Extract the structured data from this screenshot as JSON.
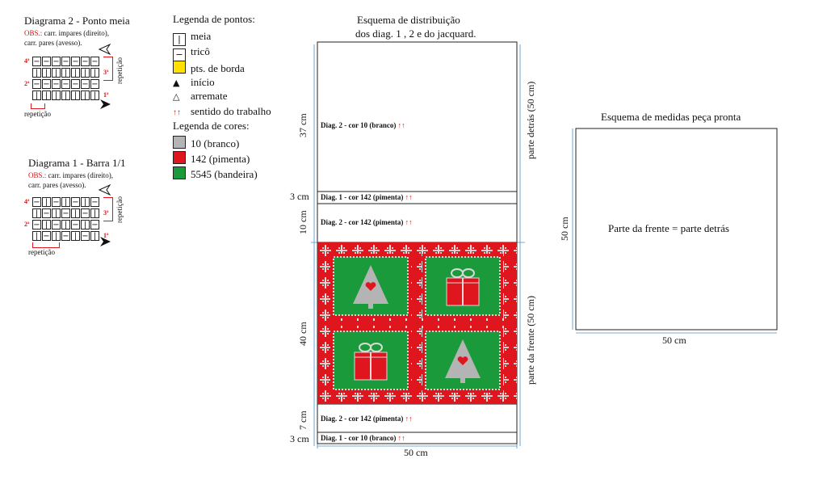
{
  "diag2": {
    "title": "Diagrama 2 - Ponto meia",
    "obs_label": "OBS.:",
    "obs_text1": " carr. impares (direito),",
    "obs_text2": "carr. pares (avesso).",
    "rows": [
      {
        "label": "4ª",
        "cells": [
          "−",
          "−",
          "−",
          "−",
          "−",
          "−",
          "−"
        ],
        "right": ""
      },
      {
        "label": "",
        "cells": [
          "|",
          "|",
          "|",
          "|",
          "|",
          "|",
          "|"
        ],
        "right": "3ª"
      },
      {
        "label": "2ª",
        "cells": [
          "−",
          "−",
          "−",
          "−",
          "−",
          "−",
          "−"
        ],
        "right": ""
      },
      {
        "label": "",
        "cells": [
          "|",
          "|",
          "|",
          "|",
          "|",
          "|",
          "|"
        ],
        "right": "1ª"
      }
    ],
    "repeat_label": "repetição",
    "repeat_vertical": "repetição"
  },
  "diag1": {
    "title": "Diagrama 1 - Barra 1/1",
    "obs_label": "OBS.:",
    "obs_text1": " carr. impares (direito),",
    "obs_text2": "carr. pares (avesso).",
    "rows": [
      {
        "label": "4ª",
        "cells": [
          "−",
          "|",
          "−",
          "|",
          "−",
          "|",
          "−"
        ],
        "right": ""
      },
      {
        "label": "",
        "cells": [
          "|",
          "−",
          "|",
          "−",
          "|",
          "−",
          "|"
        ],
        "right": "3ª"
      },
      {
        "label": "2ª",
        "cells": [
          "−",
          "|",
          "−",
          "|",
          "−",
          "|",
          "−"
        ],
        "right": ""
      },
      {
        "label": "",
        "cells": [
          "|",
          "−",
          "|",
          "−",
          "|",
          "−",
          "|"
        ],
        "right": "1ª"
      }
    ],
    "repeat_label": "repetição",
    "repeat_vertical": "repetição"
  },
  "legend_stitches": {
    "title": "Legenda de pontos:",
    "items": [
      {
        "symbol": "|",
        "label": "meia"
      },
      {
        "symbol": "−",
        "label": "tricô"
      },
      {
        "color": "#ffe000",
        "label": "pts. de borda"
      },
      {
        "symbol": "▲",
        "label": "início"
      },
      {
        "symbol": "△",
        "label": "arremate"
      },
      {
        "symbol": "↑↑",
        "label": "sentido do trabalho"
      }
    ]
  },
  "legend_colors": {
    "title": "Legenda de cores:",
    "items": [
      {
        "color": "#b4b4b4",
        "label": "10 (branco)"
      },
      {
        "color": "#e0161e",
        "label": "142 (pimenta)"
      },
      {
        "color": "#1a9a3a",
        "label": "5545 (bandeira)"
      }
    ]
  },
  "distribution": {
    "title_line1": "Esquema de distribuição",
    "title_line2": "dos diag. 1 , 2 e do jacquard.",
    "sections": [
      {
        "label": "Diag. 2 -  cor 10 (branco)",
        "height_label": "37 cm"
      },
      {
        "label": "Diag. 1 -  cor 142 (pimenta)",
        "height_label": "3 cm"
      },
      {
        "label": "Diag. 2 -  cor 142 (pimenta)",
        "height_label": "10 cm"
      },
      {
        "label": "",
        "height_label": "40 cm"
      },
      {
        "label": "Diag. 2 -  cor 142 (pimenta)",
        "height_label": "7 cm"
      },
      {
        "label": "Diag. 1 -  cor 10 (branco)",
        "height_label": "3 cm"
      }
    ],
    "arrow": "↑↑",
    "width_label": "50 cm",
    "side_back": "parte detrás (50 cm)",
    "side_front": "parte da frente (50 cm)"
  },
  "measures": {
    "title": "Esquema de medidas peça pronta",
    "center_text": "Parte da frente = parte detrás",
    "height_label": "50 cm",
    "width_label": "50 cm"
  },
  "colors": {
    "red": "#e0161e",
    "green": "#1a9a3a",
    "grey": "#b4b4b4",
    "guide": "#4a90c8"
  }
}
